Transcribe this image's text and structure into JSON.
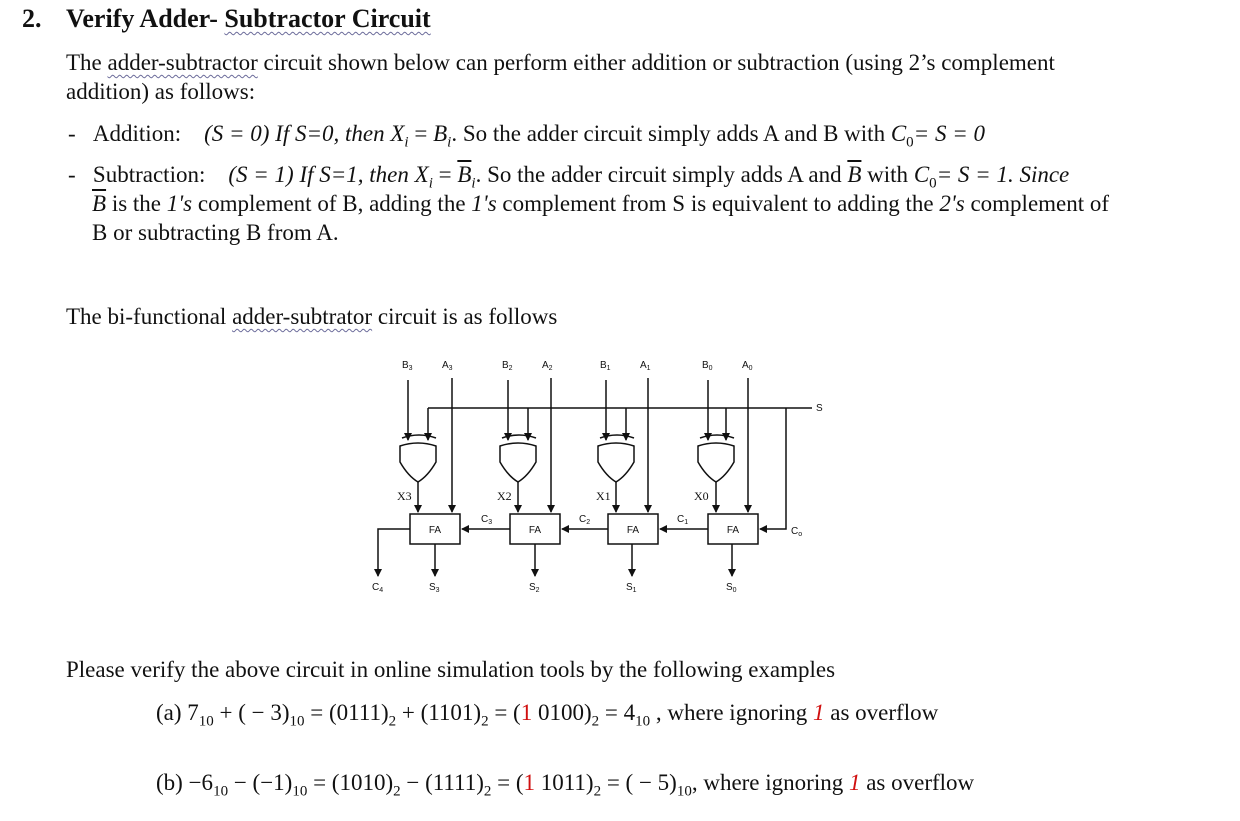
{
  "heading": {
    "number": "2.",
    "title_a": "Verify Adder- ",
    "title_b": "Subtractor Circuit"
  },
  "intro": {
    "u": "adder-subtractor",
    "line1_a": "The ",
    "line1_b": " circuit shown below can perform either addition or subtraction (using 2’s complement",
    "line2": "addition) as follows:"
  },
  "bullets": {
    "add": {
      "dash": "-",
      "label": "Addition:",
      "cond": "(S = 0) If S=0, then",
      "xi": "X",
      "i": "i",
      "eq": " = ",
      "bi": "B",
      "rest": ". So the adder circuit simply adds A and B with",
      "c0": "C",
      "zero": "0",
      "tail": "= S = 0"
    },
    "sub": {
      "dash": "-",
      "label": "Subtraction:",
      "cond": "(S = 1) If S=1, then",
      "rest": ". So the adder circuit simply adds A and",
      "bbar": "B",
      "with": "with",
      "tail": "= S = 1. Since",
      "line2_bbar": "B",
      "line2_a": " is the ",
      "line2_b": "1's",
      "line2_c": " complement of B, adding the ",
      "line2_d": "1's",
      "line2_e": " complement from S is equivalent to adding the ",
      "line2_f": "2's",
      "line2_g": " complement of",
      "line3": "B or subtracting B from A."
    }
  },
  "circuit_intro": {
    "a": "The bi-functional ",
    "u": "adder-subtrator",
    "b": " circuit is as follows"
  },
  "circuit": {
    "inputs": [
      {
        "b": "B",
        "a": "A",
        "n": "3"
      },
      {
        "b": "B",
        "a": "A",
        "n": "2"
      },
      {
        "b": "B",
        "a": "A",
        "n": "1"
      },
      {
        "b": "B",
        "a": "A",
        "n": "0"
      }
    ],
    "x_labels": [
      "X3",
      "X2",
      "X1",
      "X0"
    ],
    "fa_label": "FA",
    "carries": [
      {
        "c": "C",
        "n": "3"
      },
      {
        "c": "C",
        "n": "2"
      },
      {
        "c": "C",
        "n": "1"
      }
    ],
    "cin": {
      "c": "C",
      "n": "o"
    },
    "cout": {
      "c": "C",
      "n": "4"
    },
    "sums": [
      {
        "s": "S",
        "n": "3"
      },
      {
        "s": "S",
        "n": "2"
      },
      {
        "s": "S",
        "n": "1"
      },
      {
        "s": "S",
        "n": "0"
      }
    ],
    "s_label": "S"
  },
  "verify": "Please verify the above circuit in online simulation tools by the following examples",
  "examples": {
    "a": {
      "tag": "(a)",
      "expr1": "7",
      "ten": "10",
      "expr2": " + ( − 3)",
      "expr3": " = (0111)",
      "two": "2",
      "expr4": " + (1101)",
      "expr5": " = (",
      "one": "1",
      "expr6": " 0100)",
      "expr7": " = ",
      "four": "4",
      "where": ", where ignoring ",
      "ign": "1",
      "overflow": " as overflow"
    },
    "b": {
      "tag": "(b)",
      "expr1": " −6",
      "ten": "10",
      "expr2": " − (−1)",
      "expr3": " = (1010)",
      "two": "2",
      "expr4": " − (1111)",
      "expr5": " = (",
      "one": "1",
      "expr6": " 1011)",
      "expr7": " = ( − 5)",
      "where": ", where ignoring ",
      "ign": "1",
      "overflow": " as overflow"
    }
  },
  "colors": {
    "text": "#111111",
    "overflow_red": "#d01010",
    "wavy": "#6b6b9a"
  }
}
